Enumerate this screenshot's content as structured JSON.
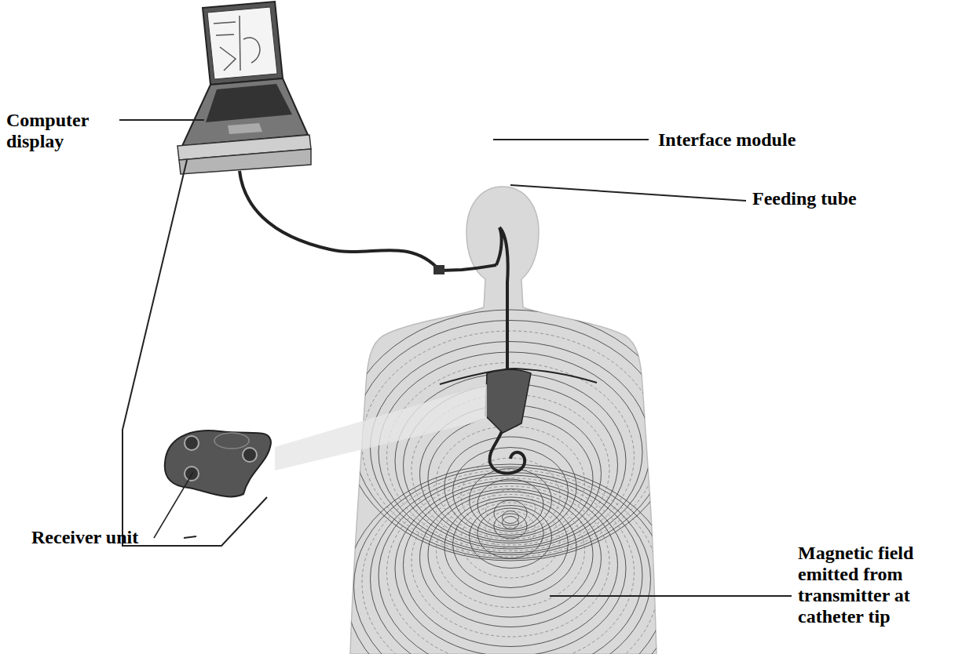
{
  "diagram": {
    "labels": [
      "Computer display",
      "Interface module",
      "Feeding tube",
      "Receiver unit",
      "Magnetic field emitted from transmitter at catheter tip"
    ]
  }
}
